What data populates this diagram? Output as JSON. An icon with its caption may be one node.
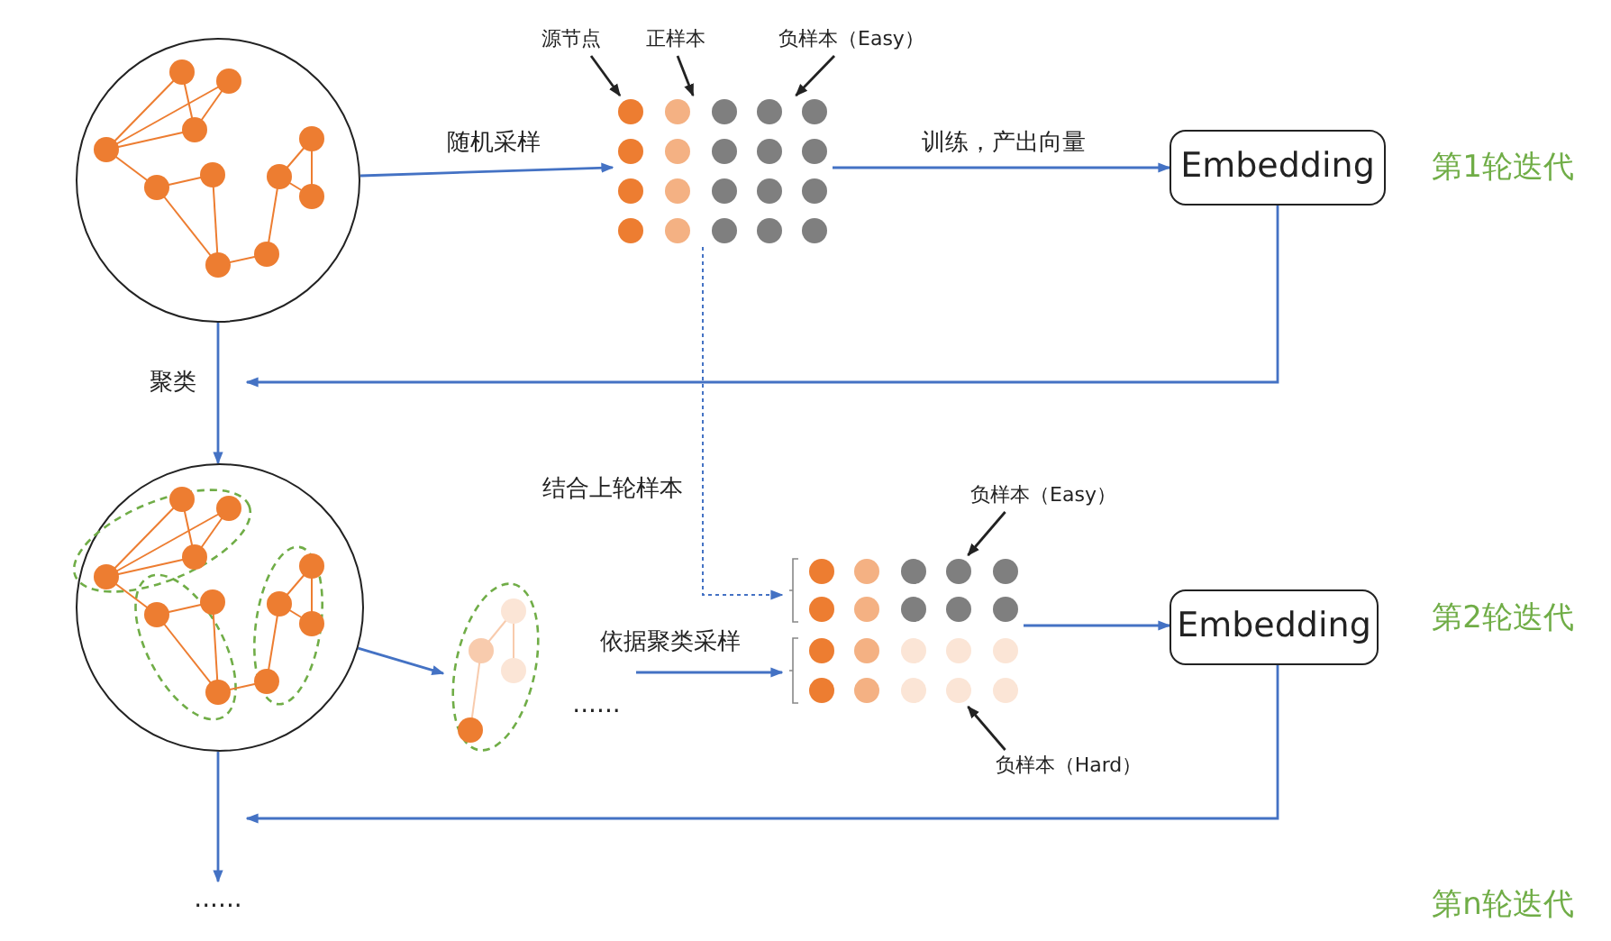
{
  "diagram": {
    "nodes": [
      {
        "text": [
          "源节点"
        ]
      },
      {
        "text": [
          "正样本"
        ]
      },
      {
        "text": [
          "负样本（Easy）"
        ]
      },
      {
        "text": [],
        "shape": "circle"
      },
      {
        "text": [],
        "shape": "matrix"
      },
      {
        "text": [
          "Embedding"
        ]
      },
      {
        "text": [],
        "shape": "circle"
      },
      {
        "text": [],
        "shape": "cluster"
      },
      {
        "text": [
          "负样本（Easy）"
        ]
      },
      {
        "text": [],
        "shape": "matrix"
      },
      {
        "text": [
          "Embedding"
        ]
      },
      {
        "text": [
          "负样本（Hard）"
        ]
      },
      {
        "text": [
          "......"
        ]
      }
    ],
    "edges": [
      {
        "from": 0,
        "to": 4,
        "arrow": "to",
        "color": "#222222"
      },
      {
        "from": 1,
        "to": 4,
        "arrow": "to",
        "color": "#222222"
      },
      {
        "from": 2,
        "to": 4,
        "arrow": "to",
        "color": "#222222"
      },
      {
        "from": 3,
        "to": 4,
        "arrow": "to",
        "label": "随机采样"
      },
      {
        "from": 4,
        "to": 5,
        "arrow": "to",
        "label": "训练，产出向量"
      },
      {
        "from": 5,
        "to": null,
        "arrow": "to"
      },
      {
        "from": 3,
        "to": 6,
        "arrow": "to",
        "label": "聚类"
      },
      {
        "from": 4,
        "to": 9,
        "arrow": "to",
        "label": "结合上轮样本",
        "style": "dashed"
      },
      {
        "from": 6,
        "to": 7,
        "arrow": "to"
      },
      {
        "from": null,
        "to": 9,
        "arrow": "to",
        "label": "依据聚类采样"
      },
      {
        "from": 8,
        "to": 9,
        "arrow": "to",
        "color": "#222222"
      },
      {
        "from": 11,
        "to": 9,
        "arrow": "to",
        "color": "#222222"
      },
      {
        "from": 9,
        "to": 10,
        "arrow": "to"
      },
      {
        "from": 10,
        "to": null,
        "arrow": "to"
      },
      {
        "from": 6,
        "to": 12,
        "arrow": "to"
      }
    ],
    "labels": [
      "第1轮迭代",
      "第2轮迭代",
      "......",
      "第n轮迭代"
    ]
  }
}
